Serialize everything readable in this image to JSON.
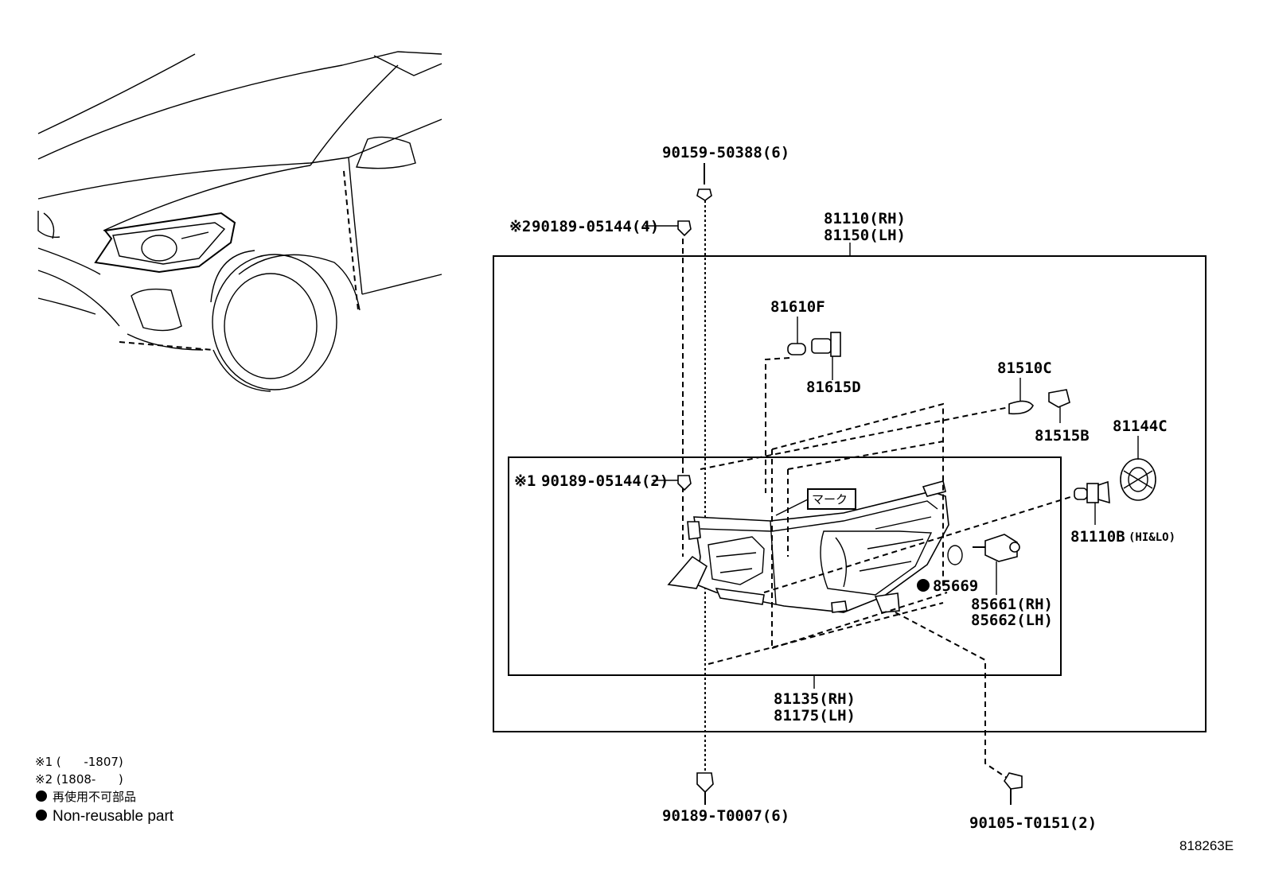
{
  "diagram": {
    "labels": {
      "bolt_top": "90159-50388(6)",
      "clip_top_note": "※2",
      "clip_top": "90189-05144(4)",
      "assy_rh": "81110(RH)",
      "assy_lh": "81150(LH)",
      "bulb_81610f": "81610F",
      "socket_81615d": "81615D",
      "bulb_81510c": "81510C",
      "socket_81515b": "81515B",
      "cap_81144c": "81144C",
      "bulb_81110b": "81110B",
      "bulb_81110b_suffix": "(HI&LO)",
      "clip_mid_note": "※1",
      "clip_mid": "90189-05144(2)",
      "mark": "マーク",
      "oring": "85669",
      "actuator_rh": "85661(RH)",
      "actuator_lh": "85662(LH)",
      "unit_rh": "81135(RH)",
      "unit_lh": "81175(LH)",
      "clip_bottom": "90189-T0007(6)",
      "bolt_bottom": "90105-T0151(2)",
      "figure_code": "818263E"
    },
    "legend": {
      "note1": "※1 (      -1807)",
      "note2": "※2 (1808-      )",
      "nonreusable_jp": "再使用不可部品",
      "nonreusable_en": "Non-reusable part"
    }
  }
}
